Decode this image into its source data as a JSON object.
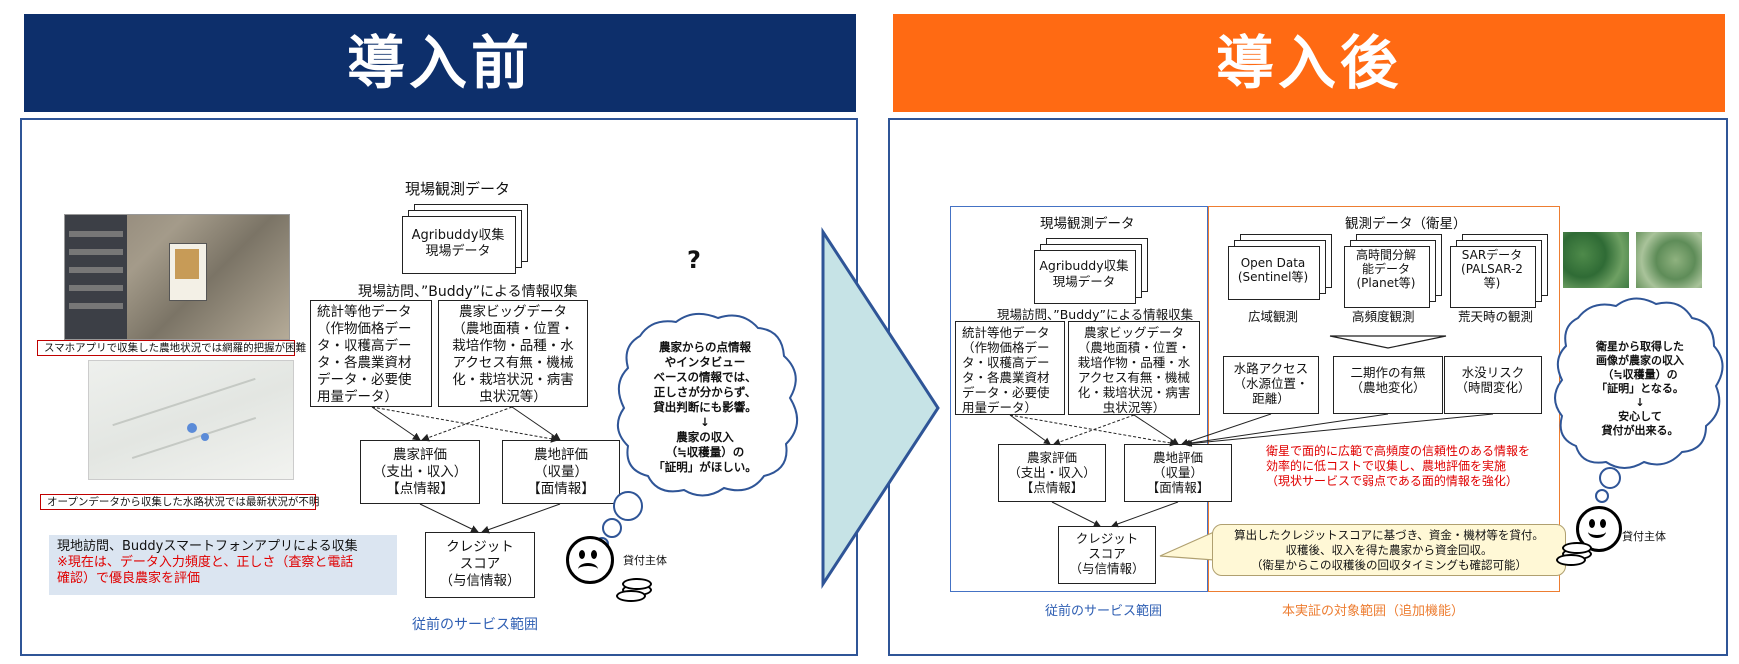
{
  "before": {
    "header": "導入前",
    "field_data_title": "現場観測データ",
    "agribuddy_doc": "Agribuddy収集\n現場データ",
    "info_collection": "現場訪問、”Buddy”による情報収集",
    "stats_box": "統計等他データ\n（作物価格デー\nタ・収穫高デー\nタ・各農業資材\nデータ・必要使\n用量データ）",
    "bigdata_box": "農家ビッグデータ\n（農地面積・位置・\n栽培作物・品種・水\nアクセス有無・機械\n化・栽培状況・病害\n虫状況等）",
    "farmer_eval": "農家評価\n（支出・収入）\n【点情報】",
    "land_eval": "農地評価\n（収量）\n【面情報】",
    "credit_score": "クレジット\nスコア\n（与信情報）",
    "question_mark": "?",
    "bubble": "農家からの点情報\nやインタビュー\nベースの情報では、\n正しさが分からず、\n貸出判断にも影響。\n↓\n農家の収入\n（≒収穫量）の\n「証明」がほしい。",
    "lender_label": "貸付主体",
    "callout_app": "スマホアプリで収集した農地状況では網羅的把握が困難",
    "callout_open": "オープンデータから収集した水路状況では最新状況が不明",
    "note_line1": "現地訪問、Buddyスマートフォンアプリによる収集",
    "note_line2": "※現在は、データ入力頻度と、正しさ（査察と電話\n確認）で優良農家を評価",
    "scope_label": "従前のサービス範囲"
  },
  "after": {
    "header": "導入後",
    "field_data_title": "現場観測データ",
    "agribuddy_doc": "Agribuddy収集\n現場データ",
    "info_collection": "現場訪問、”Buddy”による情報収集",
    "stats_box": "統計等他データ\n（作物価格デー\nタ・収穫高デー\nタ・各農業資材\nデータ・必要使\n用量データ）",
    "bigdata_box": "農家ビッグデータ\n（農地面積・位置・\n栽培作物・品種・水\nアクセス有無・機械\n化・栽培状況・病害\n虫状況等）",
    "farmer_eval": "農家評価\n（支出・収入）\n【点情報】",
    "land_eval": "農地評価\n（収量）\n【面情報】",
    "credit_score": "クレジット\nスコア\n（与信情報）",
    "satellite_title": "観測データ（衛星）",
    "sat_docs": [
      {
        "text": "Open Data\n(Sentinel等)",
        "caption": "広域観測"
      },
      {
        "text": "高時間分解\n能データ\n(Planet等)",
        "caption": "高頻度観測"
      },
      {
        "text": "SARデータ\n(PALSAR-2\n等)",
        "caption": "荒天時の観測"
      }
    ],
    "derived": [
      "水路アクセス\n（水源位置・\n距離）",
      "二期作の有無\n（農地変化）",
      "水没リスク\n（時間変化）"
    ],
    "red_note": "衛星で面的に広範で高頻度の信頼性のある情報を\n効率的に低コストで収集し、農地評価を実施\n（現状サービスで弱点である面的情報を強化）",
    "yellow_note": "算出したクレジットスコアに基づき、資金・機材等を貸付。\n収穫後、収入を得た農家から資金回収。\n（衛星からこの収穫後の回収タイミングも確認可能）",
    "bubble": "衛星から取得した\n画像が農家の収入\n（≒収穫量）の\n「証明」となる。\n↓\n安心して\n貸付が出来る。",
    "lender_label": "貸付主体",
    "scope_label_old": "従前のサービス範囲",
    "scope_label_new": "本実証の対象範囲（追加機能）"
  },
  "colors": {
    "before_banner": "#0d2f6b",
    "after_banner": "#ff6a13",
    "panel_border": "#2f5597",
    "arrow_fill": "#c6e3e6",
    "new_scope_border": "#ed7d31",
    "old_scope_border": "#4472c4",
    "note_bg": "#dbe5f1",
    "yellow_bg": "#fff8d6",
    "red_text": "#e00000"
  }
}
